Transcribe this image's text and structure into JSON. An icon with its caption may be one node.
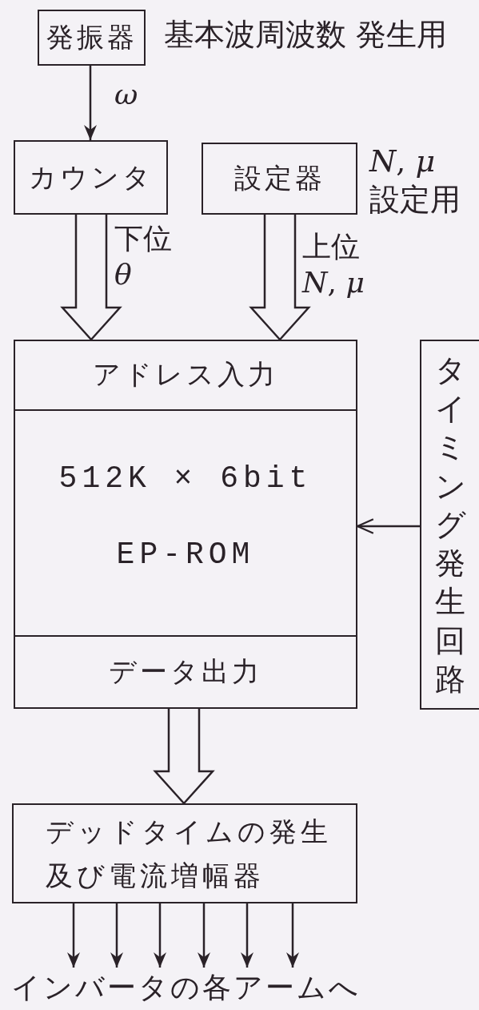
{
  "diagram": {
    "nodes": [
      {
        "text": [
          "発振器"
        ],
        "beside": [
          "基本波周波数 発生用"
        ]
      },
      {
        "text": [
          "カウンタ"
        ]
      },
      {
        "text": [
          "設定器"
        ],
        "beside": [
          "*N*, *μ* 設定用"
        ]
      },
      {
        "text": [
          "512K × 6bit",
          "EP-ROM"
        ]
      },
      {
        "text": [
          "アドレス入力"
        ],
        "in": 3
      },
      {
        "text": [
          "データ出力"
        ],
        "in": 3
      },
      {
        "text": [
          "タイミング発生回路"
        ]
      },
      {
        "text": [
          "デッドタイムの発生及び電流増幅器"
        ]
      },
      {
        "text": [
          "インバータの各アームへ"
        ]
      }
    ],
    "edges": [
      {
        "from": 0,
        "to": 1,
        "arrow": "to",
        "label": "*ω*"
      },
      {
        "from": 1,
        "to": 4,
        "arrow": "to",
        "label": "下位 *θ*",
        "style": "thick"
      },
      {
        "from": 2,
        "to": 4,
        "arrow": "to",
        "label": "上位 *N*, *μ*",
        "style": "thick"
      },
      {
        "from": 6,
        "to": 3,
        "arrow": "to"
      },
      {
        "from": 5,
        "to": 7,
        "arrow": "to",
        "style": "thick"
      },
      {
        "from": 7,
        "to": 8,
        "arrow": "to"
      },
      {
        "from": 7,
        "to": 8,
        "arrow": "to"
      },
      {
        "from": 7,
        "to": 8,
        "arrow": "to"
      },
      {
        "from": 7,
        "to": 8,
        "arrow": "to"
      },
      {
        "from": 7,
        "to": 8,
        "arrow": "to"
      },
      {
        "from": 7,
        "to": 8,
        "arrow": "to"
      }
    ]
  }
}
